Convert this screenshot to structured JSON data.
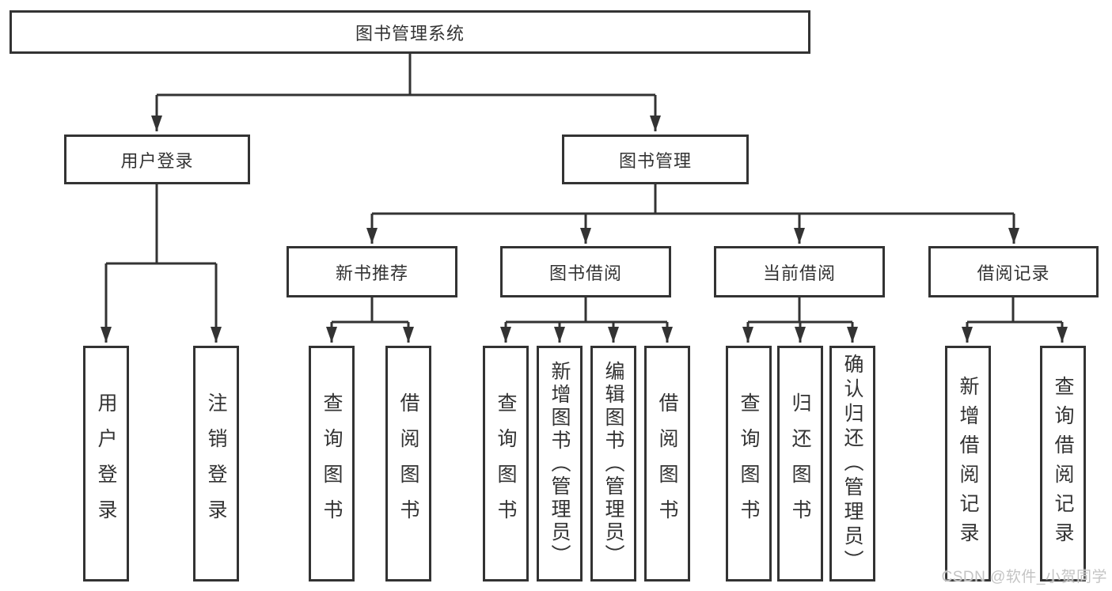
{
  "diagram_type": "hierarchy-tree",
  "colors": {
    "line": "#333333",
    "box_border": "#333333",
    "box_bg": "#ffffff",
    "text": "#333333",
    "watermark_text": "#c4c4c4"
  },
  "tree": {
    "root": {
      "label": "图书管理系统"
    },
    "children": [
      {
        "label": "用户登录",
        "children": [
          {
            "label": "用户登录"
          },
          {
            "label": "注销登录"
          }
        ]
      },
      {
        "label": "图书管理",
        "children": [
          {
            "label": "新书推荐",
            "children": [
              {
                "label": "查询图书"
              },
              {
                "label": "借阅图书"
              }
            ]
          },
          {
            "label": "图书借阅",
            "children": [
              {
                "label": "查询图书"
              },
              {
                "label": "新增图书（管理员）"
              },
              {
                "label": "编辑图书（管理员）"
              },
              {
                "label": "借阅图书"
              }
            ]
          },
          {
            "label": "当前借阅",
            "children": [
              {
                "label": "查询图书"
              },
              {
                "label": "归还图书"
              },
              {
                "label": "确认归还（管理员）"
              }
            ]
          },
          {
            "label": "借阅记录",
            "children": [
              {
                "label": "新增借阅记录"
              },
              {
                "label": "查询借阅记录"
              }
            ]
          }
        ]
      }
    ]
  },
  "watermark": {
    "text": "CSDN @软件_小贺同学"
  }
}
